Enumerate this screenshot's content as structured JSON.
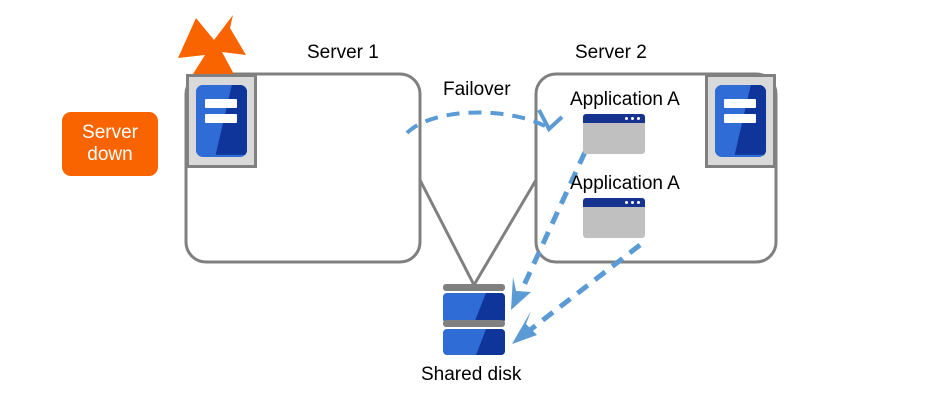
{
  "diagram": {
    "title_server1": "Server 1",
    "title_server2": "Server 2",
    "failover_label": "Failover",
    "shared_disk_label": "Shared disk",
    "status_badge": {
      "line1": "Server",
      "line2": "down"
    },
    "applications": [
      {
        "label": "Application A"
      },
      {
        "label": "Application A"
      }
    ],
    "colors": {
      "alert_orange": "#f96400",
      "box_border_gray": "#808080",
      "icon_blue_light": "#2f6cd5",
      "icon_blue_dark": "#10359a",
      "app_body_gray": "#c0c0c0",
      "app_titlebar_blue": "#16338f",
      "arrow_blue": "#5b9bd5",
      "text_black": "#000000",
      "disk_bar_gray": "#808080"
    },
    "icons": {
      "server1": "server-icon",
      "server2": "server-icon",
      "shared_disk": "disk-stack-icon",
      "failure": "lightning-burst-icon",
      "app_window": "application-window-icon"
    }
  }
}
